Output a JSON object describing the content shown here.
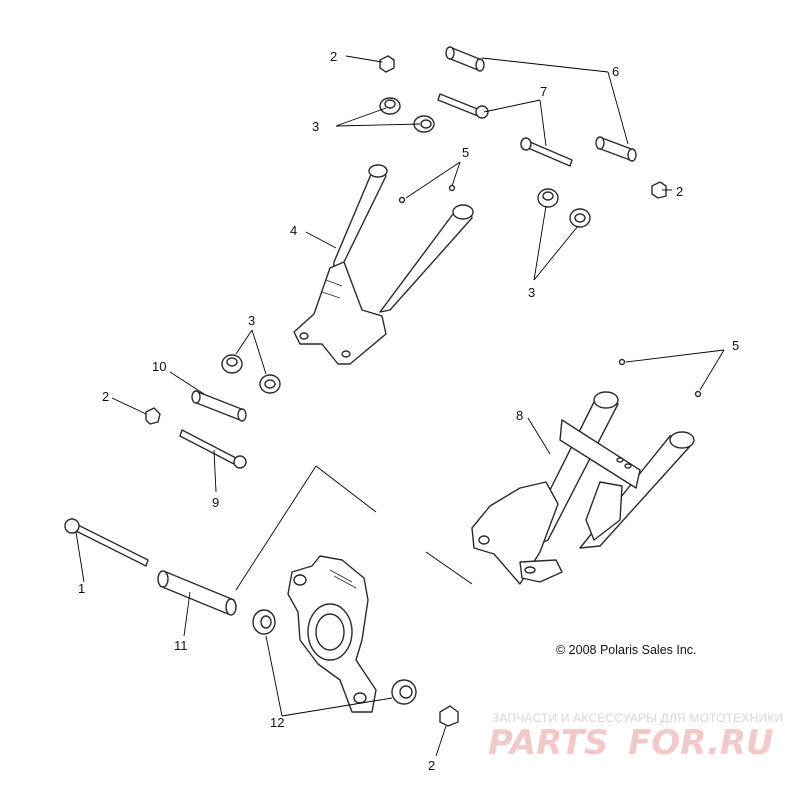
{
  "callouts": {
    "c1": "1",
    "c2": "2",
    "c3": "3",
    "c4": "4",
    "c5": "5",
    "c6": "6",
    "c7": "7",
    "c8": "8",
    "c9": "9",
    "c10": "10",
    "c11": "11",
    "c12": "12"
  },
  "copyright": "© 2008 Polaris Sales Inc.",
  "watermark": {
    "tagline": "ЗАПЧАСТИ И АКСЕССУАРЫ ДЛЯ МОТОТЕХНИКИ",
    "logo_part1": "PARTS",
    "logo_part2": "FOR.RU"
  },
  "colors": {
    "line": "#2b2b2b",
    "watermark": "#f2c9c9"
  }
}
